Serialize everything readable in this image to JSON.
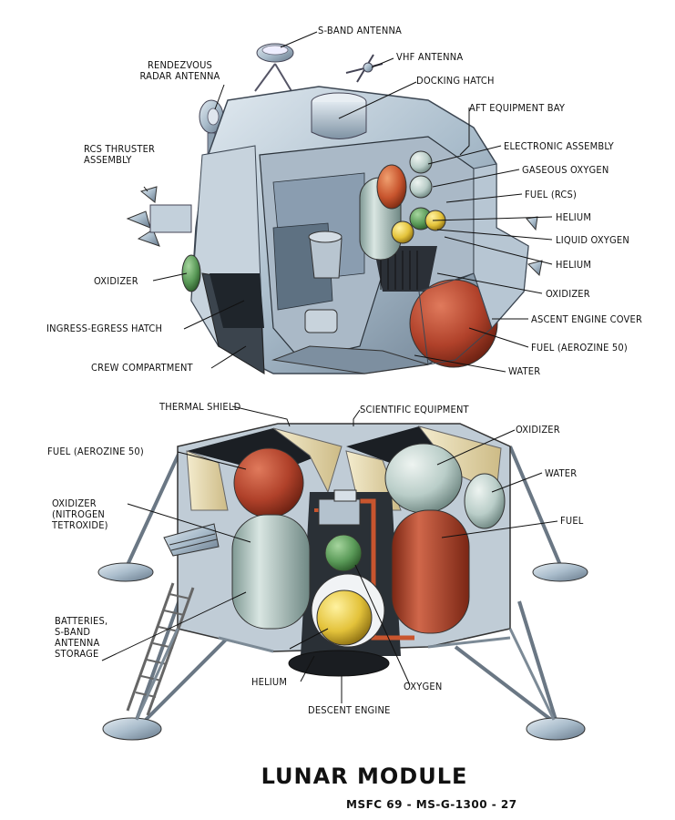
{
  "title": "LUNAR MODULE",
  "document_code": "MSFC 69 - MS-G-1300 - 27",
  "ascent_stage": {
    "labels": {
      "s_band_antenna": "S-BAND ANTENNA",
      "vhf_antenna": "VHF ANTENNA",
      "rendezvous_radar_antenna": [
        "RENDEZVOUS",
        "RADAR ANTENNA"
      ],
      "docking_hatch": "DOCKING HATCH",
      "aft_equipment_bay": "AFT EQUIPMENT BAY",
      "rcs_thruster_assembly": [
        "RCS THRUSTER",
        "ASSEMBLY"
      ],
      "electronic_assembly": "ELECTRONIC ASSEMBLY",
      "gaseous_oxygen": "GASEOUS OXYGEN",
      "fuel_rcs": "FUEL (RCS)",
      "helium_1": "HELIUM",
      "liquid_oxygen": "LIQUID OXYGEN",
      "helium_2": "HELIUM",
      "oxidizer_left": "OXIDIZER",
      "oxidizer_right": "OXIDIZER",
      "ingress_egress_hatch": "INGRESS-EGRESS HATCH",
      "ascent_engine_cover": "ASCENT ENGINE COVER",
      "fuel_aerozine": "FUEL (AEROZINE 50)",
      "crew_compartment": "CREW COMPARTMENT",
      "water": "WATER"
    }
  },
  "descent_stage": {
    "labels": {
      "thermal_shield": "THERMAL SHIELD",
      "scientific_equipment": "SCIENTIFIC EQUIPMENT",
      "oxidizer": "OXIDIZER",
      "fuel_aerozine": "FUEL (AEROZINE 50)",
      "water": "WATER",
      "oxidizer_nitrogen_tetroxide": [
        "OXIDIZER",
        "(NITROGEN",
        "TETROXIDE)"
      ],
      "fuel": "FUEL",
      "batteries": [
        "BATTERIES,",
        "S-BAND",
        "ANTENNA",
        "STORAGE"
      ],
      "helium": "HELIUM",
      "oxygen": "OXYGEN",
      "descent_engine": "DESCENT ENGINE"
    }
  },
  "colors": {
    "metal_light": "#c9d6e0",
    "metal_mid": "#9fb3c4",
    "metal_dark": "#5d6f80",
    "interior_dark": "#1e2226",
    "tank_red": "#b0412a",
    "tank_gray": "#b9cdc8",
    "tank_green": "#5a9a58",
    "tank_yellow": "#e3c23a",
    "foil_tan": "#e8dcb4"
  }
}
